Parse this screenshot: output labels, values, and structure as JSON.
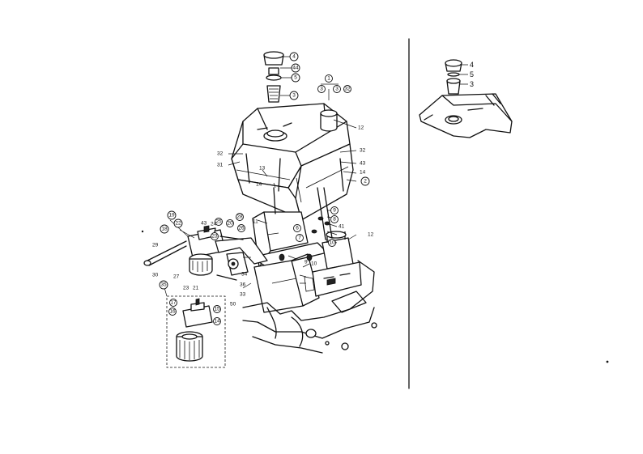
{
  "diagram": {
    "main_callouts": [
      {
        "id": "c4",
        "text": "4"
      },
      {
        "id": "c44",
        "text": "44"
      },
      {
        "id": "c5",
        "text": "5"
      },
      {
        "id": "c3",
        "text": "3"
      },
      {
        "id": "c1",
        "text": "1"
      },
      {
        "id": "c3b",
        "text": "3"
      },
      {
        "id": "c3c",
        "text": "3"
      },
      {
        "id": "c32",
        "text": "32"
      },
      {
        "id": "c2",
        "text": "2"
      },
      {
        "id": "c9",
        "text": "9"
      },
      {
        "id": "c8",
        "text": "8"
      },
      {
        "id": "c6",
        "text": "6"
      },
      {
        "id": "c7",
        "text": "7"
      },
      {
        "id": "c10",
        "text": "10"
      },
      {
        "id": "c19",
        "text": "19"
      },
      {
        "id": "c18",
        "text": "18"
      },
      {
        "id": "c22",
        "text": "22"
      },
      {
        "id": "c25",
        "text": "25"
      },
      {
        "id": "c20",
        "text": "20"
      },
      {
        "id": "c28",
        "text": "28"
      },
      {
        "id": "c26",
        "text": "26"
      },
      {
        "id": "c23",
        "text": "23"
      },
      {
        "id": "c35",
        "text": "35"
      },
      {
        "id": "c17",
        "text": "17"
      },
      {
        "id": "c16",
        "text": "16"
      },
      {
        "id": "c15",
        "text": "15"
      },
      {
        "id": "c14",
        "text": "14"
      }
    ],
    "main_labels": [
      {
        "id": "l12a",
        "text": "12"
      },
      {
        "id": "l32",
        "text": "32"
      },
      {
        "id": "l31",
        "text": "31"
      },
      {
        "id": "l13",
        "text": "13"
      },
      {
        "id": "l14",
        "text": "14"
      },
      {
        "id": "l32r",
        "text": "32"
      },
      {
        "id": "l43r",
        "text": "43"
      },
      {
        "id": "l14r",
        "text": "14"
      },
      {
        "id": "l11",
        "text": "11"
      },
      {
        "id": "l12b",
        "text": "12"
      },
      {
        "id": "l41",
        "text": "41"
      },
      {
        "id": "l9",
        "text": "9"
      },
      {
        "id": "l10",
        "text": "10"
      },
      {
        "id": "l43",
        "text": "43"
      },
      {
        "id": "l24",
        "text": "24"
      },
      {
        "id": "l29",
        "text": "29"
      },
      {
        "id": "l30",
        "text": "30"
      },
      {
        "id": "l27",
        "text": "27"
      },
      {
        "id": "l23",
        "text": "23"
      },
      {
        "id": "l21",
        "text": "21"
      },
      {
        "id": "l34",
        "text": "34"
      },
      {
        "id": "l36",
        "text": "36"
      },
      {
        "id": "l33",
        "text": "33"
      },
      {
        "id": "l50",
        "text": "50"
      }
    ],
    "inset_labels": [
      {
        "id": "r4",
        "text": "4"
      },
      {
        "id": "r5",
        "text": "5"
      },
      {
        "id": "r3",
        "text": "3"
      }
    ],
    "colors": {
      "ink": "#111111",
      "paper": "#ffffff"
    }
  }
}
